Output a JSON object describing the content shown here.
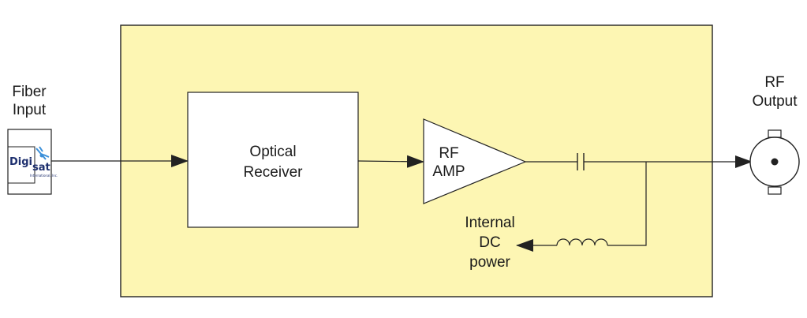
{
  "labels": {
    "fiber_input_line1": "Fiber",
    "fiber_input_line2": "Input",
    "rf_output_line1": "RF",
    "rf_output_line2": "Output",
    "optical_receiver_line1": "Optical",
    "optical_receiver_line2": "Receiver",
    "rf_amp_line1": "RF",
    "rf_amp_line2": "AMP",
    "dc_power_line1": "Internal",
    "dc_power_line2": "DC",
    "dc_power_line3": "power"
  },
  "logo": {
    "text_a": "Digi",
    "text_b": "sat",
    "subtext": "International, Inc."
  },
  "colors": {
    "enclosure_fill": "#fdf6b3",
    "stroke": "#222222",
    "logo_blue": "#1d2f6e",
    "logo_accent": "#3a8fd9"
  }
}
